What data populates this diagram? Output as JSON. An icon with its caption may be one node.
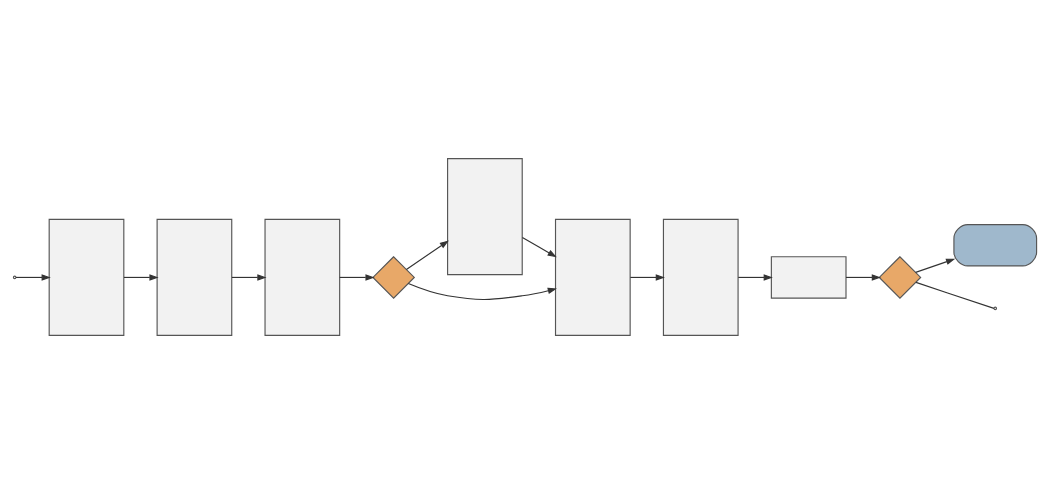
{
  "diagram": {
    "nodes": [
      {
        "text": [],
        "shape": "box"
      },
      {
        "text": [],
        "shape": "box"
      },
      {
        "text": [],
        "shape": "box"
      },
      {
        "text": [],
        "shape": "diamond"
      },
      {
        "text": [],
        "shape": "box"
      },
      {
        "text": [],
        "shape": "box"
      },
      {
        "text": [],
        "shape": "box"
      },
      {
        "text": [],
        "shape": "box"
      },
      {
        "text": [],
        "shape": "diamond"
      },
      {
        "text": [],
        "shape": "box"
      }
    ],
    "edges": [
      {
        "from": null,
        "to": 0,
        "arrow": "to"
      },
      {
        "from": 0,
        "to": 1,
        "arrow": "to"
      },
      {
        "from": 1,
        "to": 2,
        "arrow": "to"
      },
      {
        "from": 2,
        "to": 3,
        "arrow": "to"
      },
      {
        "from": 3,
        "to": 4,
        "arrow": "to"
      },
      {
        "from": 3,
        "to": 5,
        "arrow": "to"
      },
      {
        "from": 4,
        "to": 5,
        "arrow": "to"
      },
      {
        "from": 5,
        "to": 6,
        "arrow": "to"
      },
      {
        "from": 6,
        "to": 7,
        "arrow": "to"
      },
      {
        "from": 7,
        "to": 8,
        "arrow": "to"
      },
      {
        "from": 8,
        "to": 9,
        "arrow": "to"
      },
      {
        "from": 8,
        "to": null,
        "arrow": "none"
      }
    ]
  }
}
